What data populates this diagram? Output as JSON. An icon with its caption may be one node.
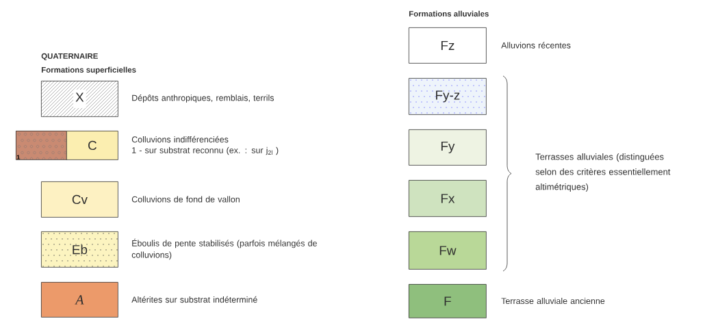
{
  "diagram": {
    "nodes": [
      {
        "text": [
          "X"
        ],
        "beside": [
          "Dépôts anthropiques, remblais, terrils"
        ]
      },
      {
        "text": [
          "1"
        ]
      },
      {
        "text": [
          "C"
        ],
        "beside": [
          "Colluvions indifférenciées",
          "1 - sur substrat reconnu (ex. : sur j$_{2l}$ )"
        ]
      },
      {
        "text": [
          "Cv"
        ],
        "beside": [
          "Colluvions de fond de vallon"
        ]
      },
      {
        "text": [
          "Eb"
        ],
        "beside": [
          "Éboulis de pente stabilisés (parfois mélangés de colluvions)"
        ]
      },
      {
        "text": [
          "A"
        ],
        "beside": [
          "Altérites sur substrat indéterminé"
        ]
      },
      {
        "text": [
          "Fz"
        ],
        "beside": [
          "Alluvions récentes"
        ]
      },
      {
        "text": [
          "Fy-z"
        ]
      },
      {
        "text": [
          "Fy"
        ]
      },
      {
        "text": [
          "Fx"
        ]
      },
      {
        "text": [
          "Fw"
        ]
      },
      {
        "text": [
          "F"
        ],
        "beside": [
          "Terrasse alluviale ancienne"
        ]
      }
    ],
    "labels": [
      "QUATERNAIRE",
      "Formations superficielles",
      "Formations alluviales",
      "Terrasses alluviales (distinguées selon des critères essentiellement altimétriques)"
    ]
  }
}
